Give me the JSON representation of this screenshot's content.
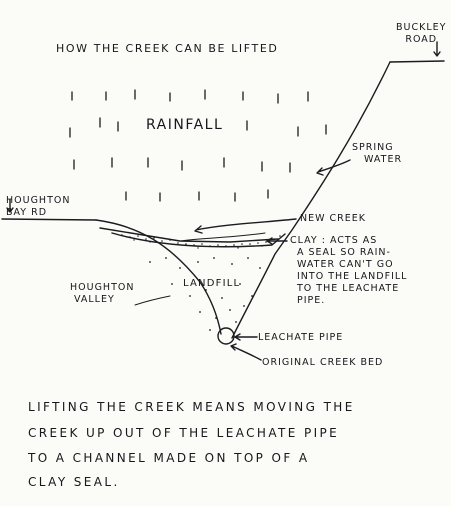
{
  "diagram": {
    "title": "HOW THE CREEK CAN BE LIFTED",
    "rainfall": "RAINFALL",
    "buckley_road": [
      "BUCKLEY",
      "ROAD"
    ],
    "houghton_bay_road": [
      "HOUGHTON",
      "BAY RD"
    ],
    "spring_water": [
      "SPRING",
      "WATER"
    ],
    "new_creek": "NEW CREEK",
    "clay_note": [
      "CLAY : ACTS AS",
      "A SEAL SO RAIN-",
      "WATER CAN'T GO",
      "INTO THE LANDFILL",
      "TO THE LEACHATE",
      "PIPE."
    ],
    "landfill": "LANDFILL",
    "houghton_valley": [
      "HOUGHTON",
      "VALLEY"
    ],
    "leachate_pipe": "LEACHATE PIPE",
    "original_creek_bed": "ORIGINAL CREEK BED",
    "caption": [
      "LIFTING THE CREEK MEANS MOVING THE",
      "CREEK UP OUT OF THE LEACHATE PIPE",
      "TO A CHANNEL MADE ON TOP OF A",
      "CLAY SEAL."
    ]
  }
}
